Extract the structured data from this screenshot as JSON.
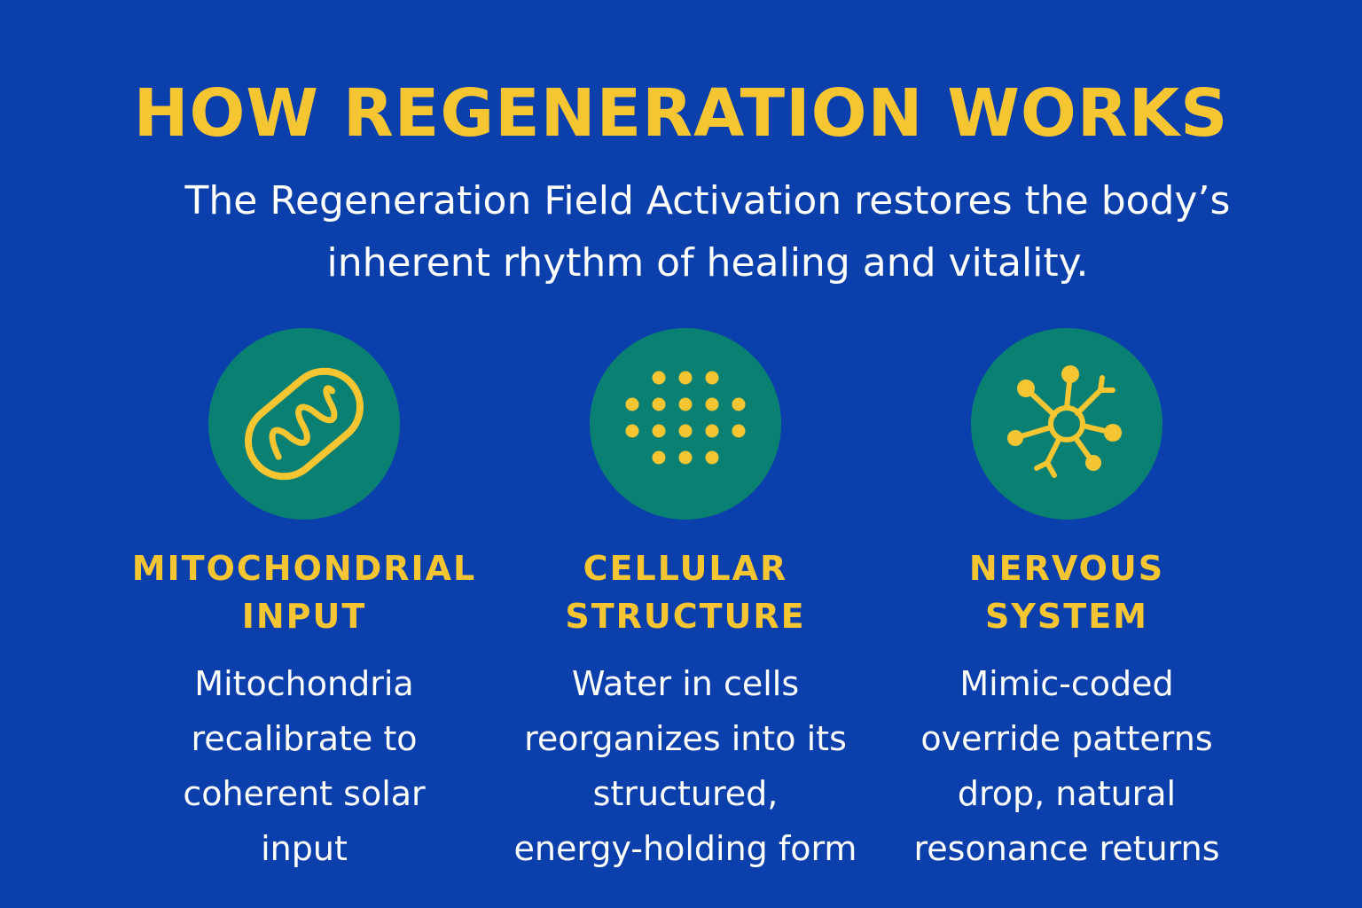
{
  "header": {
    "title": "HOW REGENERATION WORKS",
    "subtitle": "The Regeneration Field Activation restores the body’s inherent rhythm of healing and vitality."
  },
  "colors": {
    "background": "#0a3fac",
    "accent": "#f6c532",
    "circle": "#0a8073",
    "text": "#ffffff"
  },
  "columns": [
    {
      "icon": "mitochondria-icon",
      "heading_lines": [
        "MITOCHONDRIAL",
        "INPUT"
      ],
      "text_lines": [
        "Mitochondria",
        "recalibrate to",
        "coherent solar",
        "input"
      ]
    },
    {
      "icon": "cell-dots-icon",
      "heading_lines": [
        "CELLULAR",
        "STRUCTURE"
      ],
      "text_lines": [
        "Water in cells",
        "reorganizes into its",
        "structured,",
        "energy-holding form"
      ]
    },
    {
      "icon": "neuron-icon",
      "heading_lines": [
        "NERVOUS",
        "SYSTEM"
      ],
      "text_lines": [
        "Mimic-coded",
        "override patterns",
        "drop, natural",
        "resonance returns"
      ]
    }
  ]
}
